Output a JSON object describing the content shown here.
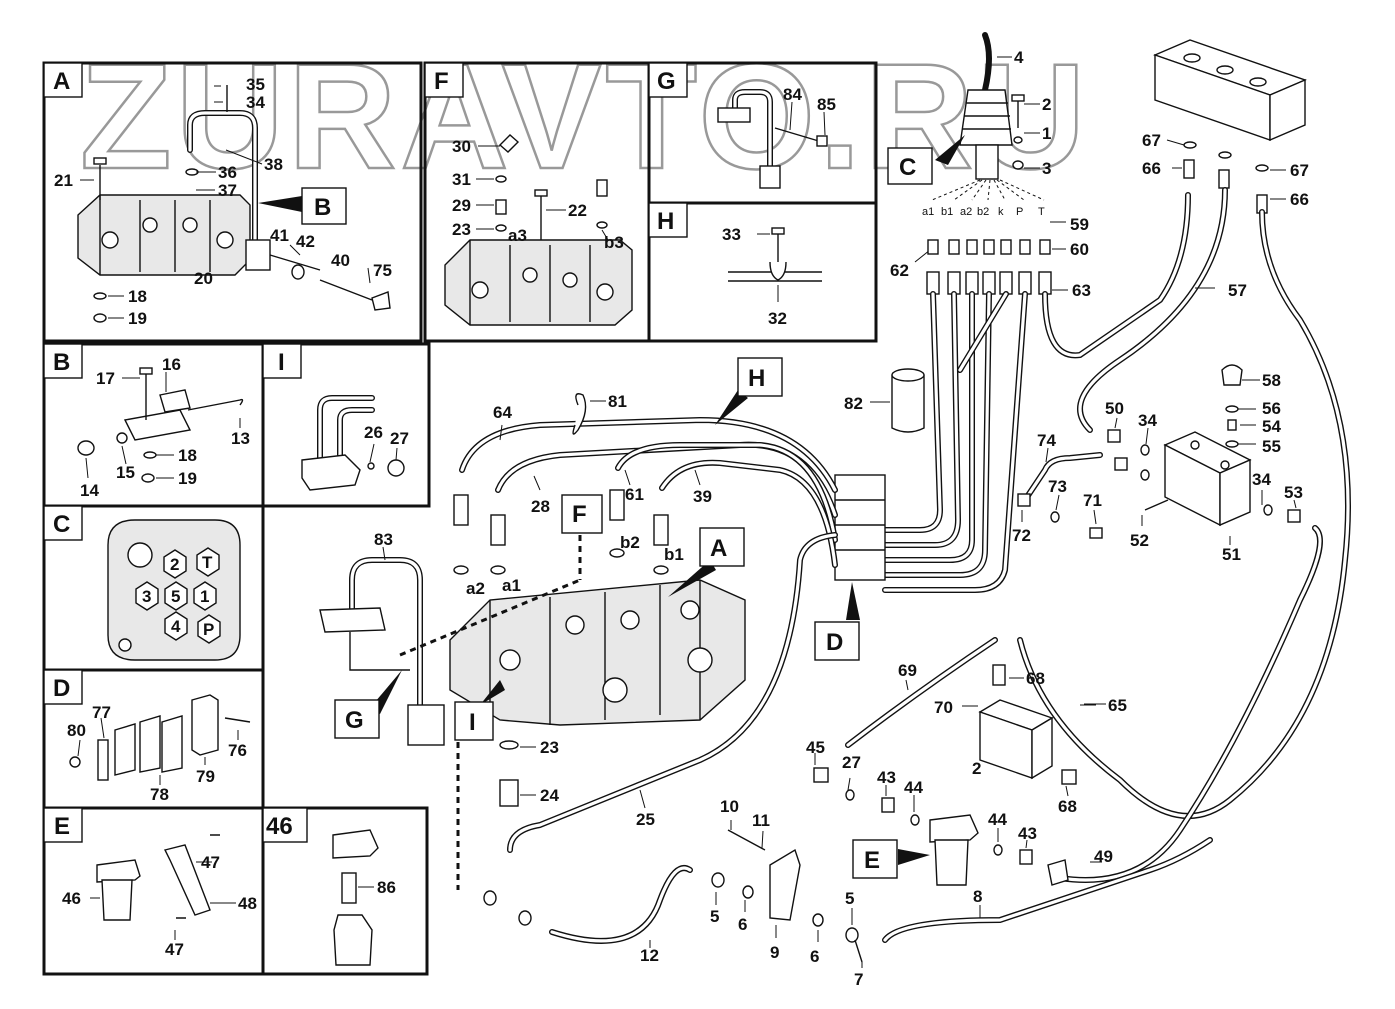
{
  "watermark": "ZURAVTO.RU",
  "panels": {
    "A": "A",
    "F": "F",
    "G": "G",
    "H": "H",
    "B": "B",
    "I": "I",
    "C": "C",
    "D": "D",
    "E": "E",
    "P46": "46"
  },
  "callouts": {
    "A": "A",
    "B": "B",
    "C": "C",
    "D": "D",
    "E": "E",
    "F": "F",
    "G": "G",
    "H": "H",
    "I": "I"
  },
  "panel_a": {
    "l35": "35",
    "l34": "34",
    "l21": "21",
    "l36": "36",
    "l38": "38",
    "l37": "37",
    "l20": "20",
    "l41": "41",
    "l42": "42",
    "l40": "40",
    "l75": "75",
    "l18": "18",
    "l19": "19"
  },
  "panel_f": {
    "l30": "30",
    "l31": "31",
    "l29": "29",
    "l22": "22",
    "l23": "23",
    "la3": "a3",
    "lb3": "b3"
  },
  "panel_g": {
    "l84": "84",
    "l85": "85"
  },
  "panel_h": {
    "l33": "33",
    "l32": "32"
  },
  "panel_b": {
    "l17": "17",
    "l16": "16",
    "l13": "13",
    "l14": "14",
    "l15": "15",
    "l18": "18",
    "l19": "19"
  },
  "panel_i": {
    "l26": "26",
    "l27": "27"
  },
  "panel_c": {
    "t": "T",
    "p2": "2",
    "p3": "3",
    "p5": "5",
    "p1": "1",
    "p4": "4",
    "pp": "P"
  },
  "panel_d": {
    "l77": "77",
    "l80": "80",
    "l76": "76",
    "l78": "78",
    "l79": "79"
  },
  "panel_e": {
    "l47a": "47",
    "l46": "46",
    "l48": "48",
    "l47b": "47"
  },
  "panel_46": {
    "l86": "86"
  },
  "main": {
    "l4": "4",
    "l2": "2",
    "l1": "1",
    "l3": "3",
    "l67a": "67",
    "l67b": "67",
    "l66a": "66",
    "l66b": "66",
    "p_a1": "a1",
    "p_b1": "b1",
    "p_a2": "a2",
    "p_b2": "b2",
    "p_k": "k",
    "p_P": "P",
    "p_T": "T",
    "l59": "59",
    "l60": "60",
    "l62": "62",
    "l63": "63",
    "l57": "57",
    "l58": "58",
    "l56": "56",
    "l54": "54",
    "l55": "55",
    "l50": "50",
    "l34a": "34",
    "l34b": "34",
    "l74": "74",
    "l73": "73",
    "l71": "71",
    "l72": "72",
    "l52": "52",
    "l51": "51",
    "l53": "53",
    "l82": "82",
    "l81": "81",
    "l64": "64",
    "l28": "28",
    "l61": "61",
    "l39": "39",
    "l83": "83",
    "lb2": "b2",
    "lb1": "b1",
    "la2": "a2",
    "la1": "a1",
    "l23": "23",
    "l24": "24",
    "l25": "25",
    "l69": "69",
    "l68a": "68",
    "l70": "70",
    "l65": "65",
    "l2b": "2",
    "l68b": "68",
    "l45": "45",
    "l27": "27",
    "l43a": "43",
    "l44a": "44",
    "l44b": "44",
    "l43b": "43",
    "l49": "49",
    "l10": "10",
    "l11": "11",
    "l5a": "5",
    "l6a": "6",
    "l9": "9",
    "l6b": "6",
    "l5b": "5",
    "l7": "7",
    "l8": "8",
    "l12": "12"
  }
}
